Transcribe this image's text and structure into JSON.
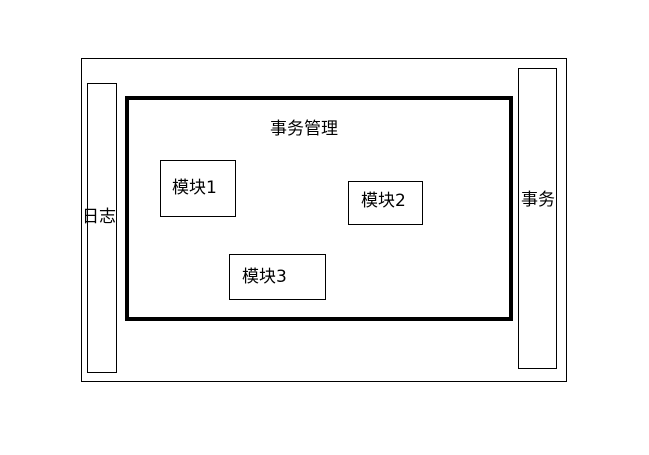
{
  "diagram": {
    "left_panel": {
      "label": "日志"
    },
    "right_panel": {
      "label": "事务"
    },
    "center": {
      "title": "事务管理",
      "modules": [
        "模块1",
        "模块2",
        "模块3"
      ]
    }
  }
}
